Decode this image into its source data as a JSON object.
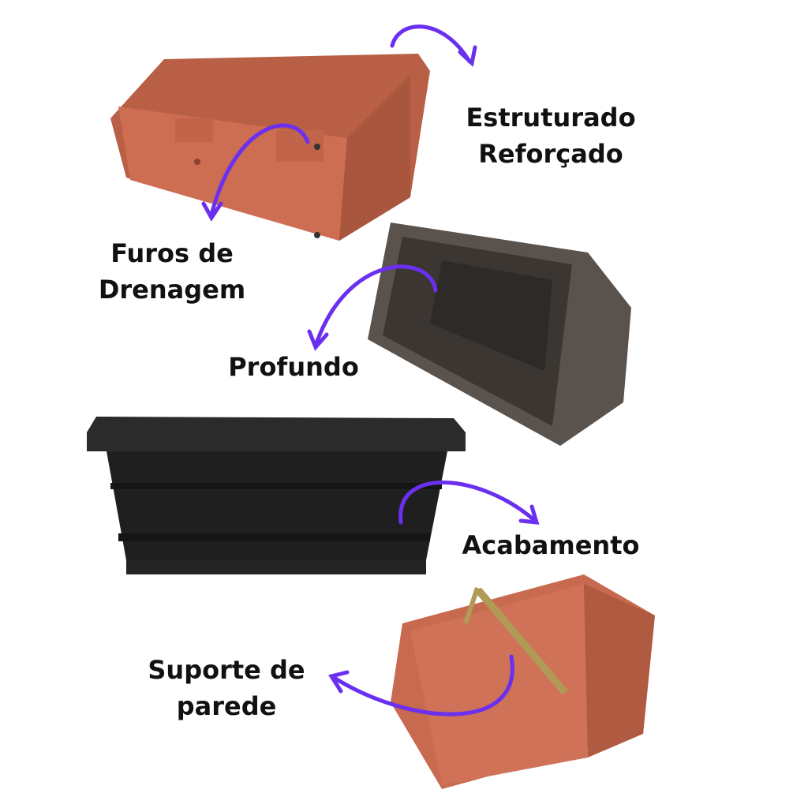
{
  "labels": {
    "structured": [
      "Estruturado",
      "Reforçado"
    ],
    "drainage": [
      "Furos de",
      "Drenagem"
    ],
    "deep": "Profundo",
    "finish": "Acabamento",
    "wall_support": [
      "Suporte de",
      "parede"
    ]
  },
  "colors": {
    "arrow": "#6b2ff0",
    "terracotta": "#c9694f",
    "brown": "#4e4742",
    "black": "#262626",
    "text": "#111111"
  }
}
